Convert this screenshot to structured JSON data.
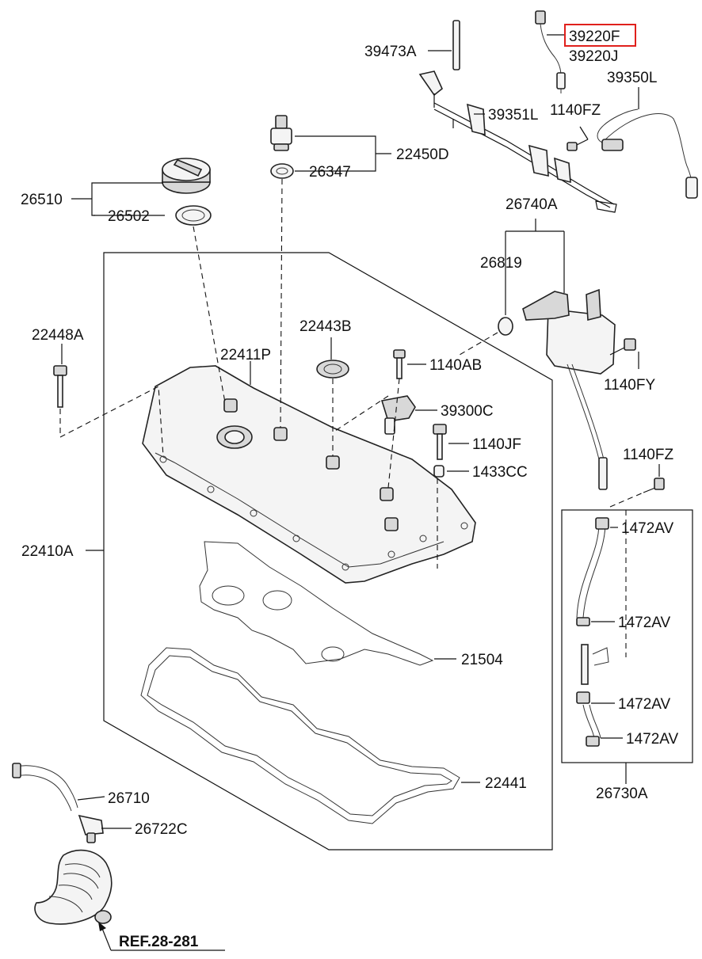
{
  "diagram": {
    "highlight_color": "#e0201c",
    "line_color": "#111111",
    "labels": {
      "p39220F": "39220F",
      "p39220J": "39220J",
      "p39473A": "39473A",
      "p39350L": "39350L",
      "p39351L": "39351L",
      "p1140FZ_top": "1140FZ",
      "p22450D": "22450D",
      "p26347": "26347",
      "p26510": "26510",
      "p26502": "26502",
      "p26740A": "26740A",
      "p26819": "26819",
      "p22443B": "22443B",
      "p22448A": "22448A",
      "p22411P": "22411P",
      "p1140AB": "1140AB",
      "p1140FY": "1140FY",
      "p39300C": "39300C",
      "p1140JF": "1140JF",
      "p1140FZ_right": "1140FZ",
      "p1433CC": "1433CC",
      "p1472AV_1": "1472AV",
      "p22410A": "22410A",
      "p1472AV_2": "1472AV",
      "p21504": "21504",
      "p1472AV_3": "1472AV",
      "p1472AV_4": "1472AV",
      "p22441": "22441",
      "p26730A": "26730A",
      "p26710": "26710",
      "p26722C": "26722C",
      "ref": "REF.28-281"
    }
  }
}
